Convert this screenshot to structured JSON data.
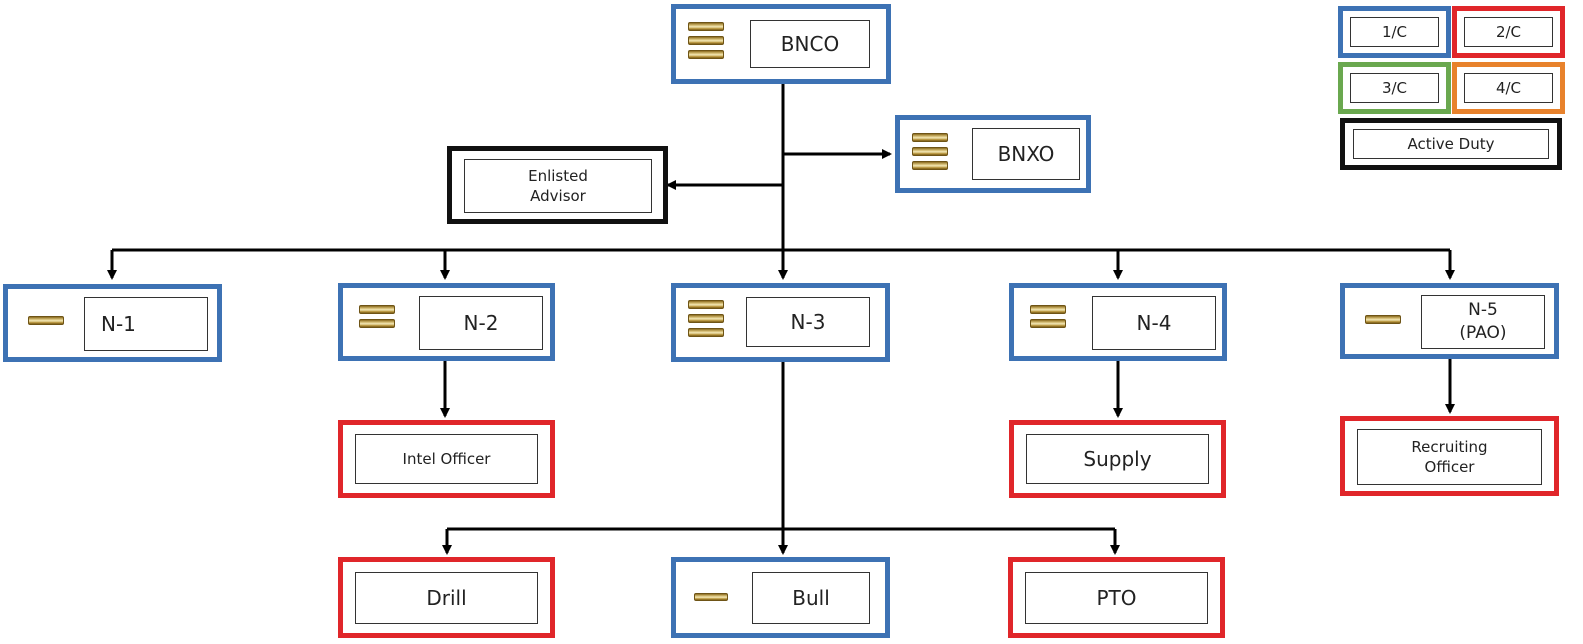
{
  "colors": {
    "first_class": "#3d72b4",
    "second_class": "#e0262a",
    "third_class": "#6aa84f",
    "fourth_class": "#e8822c",
    "active_duty": "#111111",
    "connector": "#000000",
    "rank_insignia": "#c9a94f"
  },
  "legend": {
    "first_class": "1/C",
    "second_class": "2/C",
    "third_class": "3/C",
    "fourth_class": "4/C",
    "active_duty": "Active Duty"
  },
  "nodes": {
    "bnco": {
      "label": "BNCO",
      "class": "1/C",
      "stripes": 3
    },
    "bnxo": {
      "label": "BNXO",
      "class": "1/C",
      "stripes": 3
    },
    "enlisted_advisor": {
      "label": "Enlisted\nAdvisor",
      "class": "Active Duty"
    },
    "n1": {
      "label": "N-1",
      "class": "1/C",
      "stripes": 1
    },
    "n2": {
      "label": "N-2",
      "class": "1/C",
      "stripes": 2
    },
    "n3": {
      "label": "N-3",
      "class": "1/C",
      "stripes": 3
    },
    "n4": {
      "label": "N-4",
      "class": "1/C",
      "stripes": 2
    },
    "n5": {
      "label": "N-5\n(PAO)",
      "class": "1/C",
      "stripes": 1
    },
    "intel_officer": {
      "label": "Intel Officer",
      "class": "2/C"
    },
    "supply": {
      "label": "Supply",
      "class": "2/C"
    },
    "recruiting_officer": {
      "label": "Recruiting\nOfficer",
      "class": "2/C"
    },
    "drill": {
      "label": "Drill",
      "class": "2/C"
    },
    "bull": {
      "label": "Bull",
      "class": "1/C",
      "stripes": 1
    },
    "pto": {
      "label": "PTO",
      "class": "2/C"
    }
  }
}
